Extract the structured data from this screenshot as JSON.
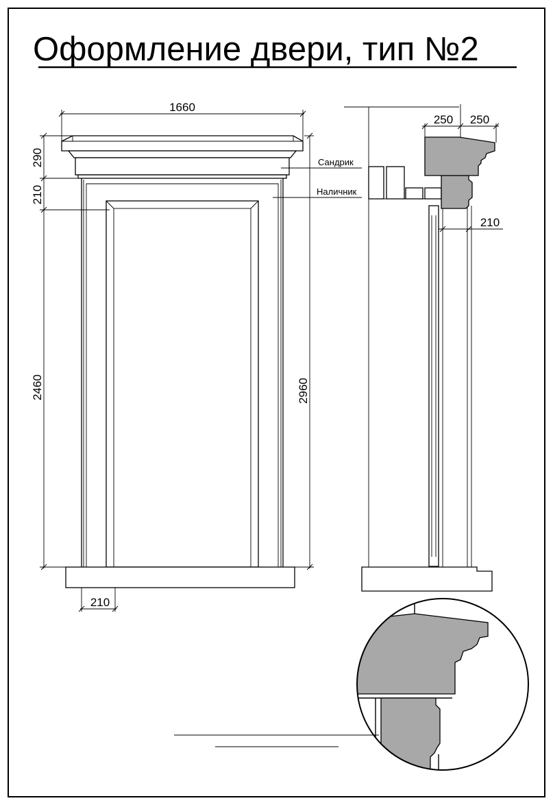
{
  "title": "Оформление двери, тип №2",
  "dimensions": {
    "overall_width": "1660",
    "sandrik_height": "290",
    "nalichnik_top": "210",
    "opening_height": "2460",
    "total_height": "2960",
    "nalichnik_width": "210",
    "side_sandrik_a": "250",
    "side_sandrik_b": "250",
    "side_nalichnik": "210"
  },
  "labels": {
    "sandrik": "Сандрик",
    "nalichnik": "Наличник"
  },
  "colors": {
    "profile_fill": "#a8a8a8",
    "line": "#000000",
    "background": "#ffffff"
  }
}
